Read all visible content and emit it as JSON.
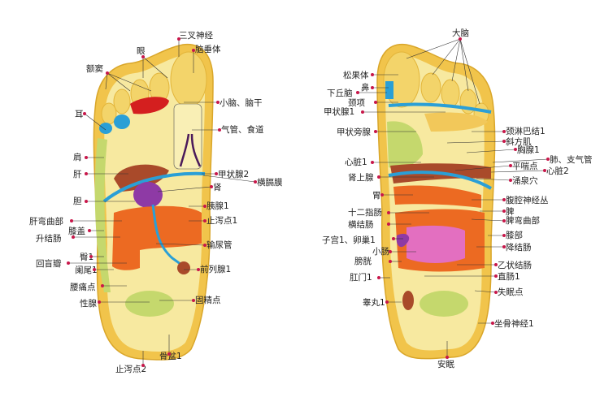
{
  "left_foot": {
    "labels": [
      {
        "id": "sanchashenjing",
        "text": "三叉神经"
      },
      {
        "id": "yan",
        "text": "眼"
      },
      {
        "id": "naochuiti",
        "text": "脑垂体"
      },
      {
        "id": "edou",
        "text": "额窦"
      },
      {
        "id": "er",
        "text": "耳"
      },
      {
        "id": "xiaonao",
        "text": "小脑、脑干"
      },
      {
        "id": "qiguan",
        "text": "气管、食道"
      },
      {
        "id": "jian",
        "text": "肩"
      },
      {
        "id": "gan",
        "text": "肝"
      },
      {
        "id": "jiazhuangxian2",
        "text": "甲状腺2"
      },
      {
        "id": "hengge",
        "text": "横膈膜"
      },
      {
        "id": "shen",
        "text": "肾"
      },
      {
        "id": "dan",
        "text": "胆"
      },
      {
        "id": "yixian1",
        "text": "胰腺1"
      },
      {
        "id": "zhixie1",
        "text": "止泻点1"
      },
      {
        "id": "ganwan",
        "text": "肝弯曲部"
      },
      {
        "id": "xigai",
        "text": "膝盖"
      },
      {
        "id": "shengjie",
        "text": "升结肠"
      },
      {
        "id": "shuniao",
        "text": "输尿管"
      },
      {
        "id": "tun1",
        "text": "臀1"
      },
      {
        "id": "huimang",
        "text": "回盲瓣"
      },
      {
        "id": "lanwei1",
        "text": "阑尾1"
      },
      {
        "id": "qianliexian1",
        "text": "前列腺1"
      },
      {
        "id": "yaotong",
        "text": "腰痛点"
      },
      {
        "id": "xingxian",
        "text": "性腺"
      },
      {
        "id": "gujing",
        "text": "固精点"
      },
      {
        "id": "zhixie2",
        "text": "止泻点2"
      },
      {
        "id": "gupen1",
        "text": "骨盆1"
      }
    ]
  },
  "right_foot": {
    "labels": [
      {
        "id": "danao",
        "text": "大脑"
      },
      {
        "id": "songguoti",
        "text": "松果体"
      },
      {
        "id": "bi",
        "text": "鼻"
      },
      {
        "id": "xiaqiunao",
        "text": "下丘脑"
      },
      {
        "id": "jingxiang",
        "text": "颈项"
      },
      {
        "id": "jiazhuangxian1",
        "text": "甲状腺1"
      },
      {
        "id": "jiazhuangpang",
        "text": "甲状旁腺"
      },
      {
        "id": "jinglinba",
        "text": "颈淋巴结1"
      },
      {
        "id": "xiefangji",
        "text": "斜方肌"
      },
      {
        "id": "xiongxian1",
        "text": "胸腺1"
      },
      {
        "id": "xinzang1",
        "text": "心脏1"
      },
      {
        "id": "fei",
        "text": "肺、支气管"
      },
      {
        "id": "pingchuan",
        "text": "平喘点"
      },
      {
        "id": "xinzang2",
        "text": "心脏2"
      },
      {
        "id": "shenshangxian",
        "text": "肾上腺"
      },
      {
        "id": "yongquan",
        "text": "涌泉穴"
      },
      {
        "id": "wei",
        "text": "胃"
      },
      {
        "id": "fuqiang",
        "text": "腹腔神经丛"
      },
      {
        "id": "pi",
        "text": "脾"
      },
      {
        "id": "shierzhi",
        "text": "十二指肠"
      },
      {
        "id": "piwan",
        "text": "脾弯曲部"
      },
      {
        "id": "hengjie",
        "text": "横结肠"
      },
      {
        "id": "zigong",
        "text": "子宫1、卵巢1"
      },
      {
        "id": "xibu",
        "text": "膝部"
      },
      {
        "id": "jiangjie",
        "text": "降结肠"
      },
      {
        "id": "xiaochang",
        "text": "小肠"
      },
      {
        "id": "pangguang",
        "text": "膀胱"
      },
      {
        "id": "yizhuang",
        "text": "乙状结肠"
      },
      {
        "id": "zhichang1",
        "text": "直肠1"
      },
      {
        "id": "ganmen1",
        "text": "肛门1"
      },
      {
        "id": "shimian",
        "text": "失眠点"
      },
      {
        "id": "gaowan1",
        "text": "睾丸1"
      },
      {
        "id": "zuogu",
        "text": "坐骨神经1"
      },
      {
        "id": "anmian",
        "text": "安眠"
      }
    ]
  },
  "colors": {
    "outline": "#e3b53a",
    "sole": "#f7e9a0",
    "inner": "#f9efb5",
    "edge_green": "#c5d86d",
    "brain_red": "#d41f1f",
    "ear_blue": "#2a9fd6",
    "liver_brown": "#a94a2a",
    "kidney_purple": "#8e3aa5",
    "intestine_orange": "#ec6a22",
    "uterus_pink": "#e36fc0",
    "leader_dot": "#c8174a"
  }
}
